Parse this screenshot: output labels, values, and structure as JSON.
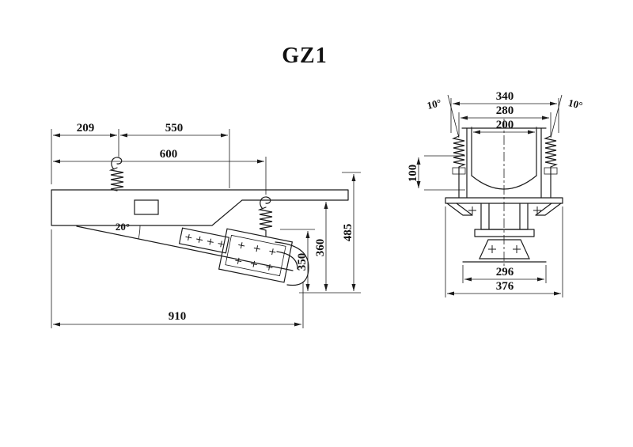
{
  "title": "GZ1",
  "colors": {
    "line": "#1c1c1c",
    "background": "#ffffff",
    "text": "#111111"
  },
  "side_view": {
    "dim_209": "209",
    "dim_550": "550",
    "dim_600": "600",
    "dim_910": "910",
    "dim_485": "485",
    "dim_360": "360",
    "dim_350": "350",
    "angle_20": "20°"
  },
  "front_view": {
    "dim_340": "340",
    "dim_280": "280",
    "dim_200": "200",
    "dim_100": "100",
    "dim_296": "296",
    "dim_376": "376",
    "angle_left": "10°",
    "angle_right": "10°"
  }
}
